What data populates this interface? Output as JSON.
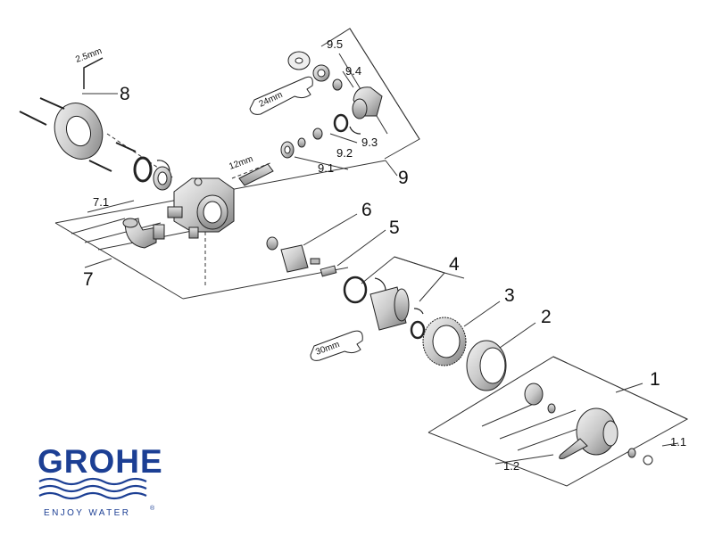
{
  "brand": {
    "name": "GROHE",
    "tagline": "ENJOY WATER",
    "mark": "®",
    "color": "#1c3f94"
  },
  "callouts": {
    "c1": "1",
    "c1_1": "1.1",
    "c1_2": "1.2",
    "c2": "2",
    "c3": "3",
    "c4": "4",
    "c5": "5",
    "c6": "6",
    "c7": "7",
    "c7_1": "7.1",
    "c8": "8",
    "c9": "9",
    "c9_1": "9.1",
    "c9_2": "9.2",
    "c9_3": "9.3",
    "c9_4": "9.4",
    "c9_5": "9.5"
  },
  "tools": {
    "hex_key": "2.5mm",
    "wrench_24": "24mm",
    "hex_12": "12mm",
    "wrench_30": "30mm"
  }
}
